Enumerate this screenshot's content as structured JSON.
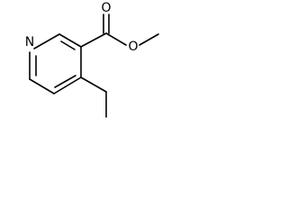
{
  "molecule": {
    "atoms": {
      "ring_nitrogen": "N",
      "carbonyl_oxygen": "O",
      "ester_oxygen": "O"
    },
    "colors": {
      "bond": "#000000",
      "label": "#000000",
      "background": "#ffffff"
    }
  }
}
